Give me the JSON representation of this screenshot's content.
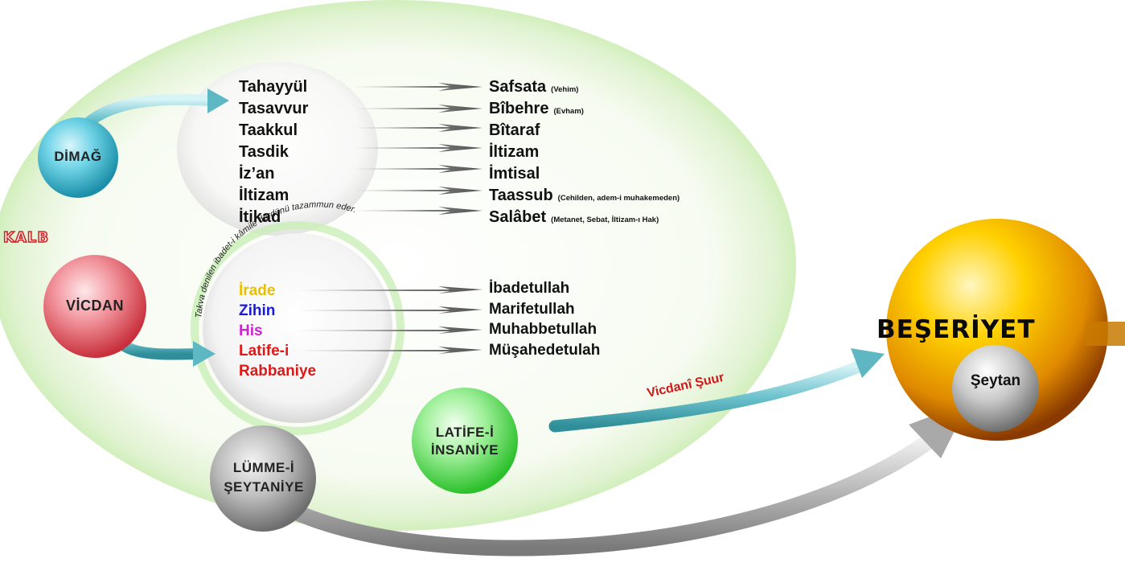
{
  "kalb": "KALB",
  "dimag": "DİMAĞ",
  "vicdan": "VİCDAN",
  "mind_faculties": [
    "Tahayyül",
    "Tasavvur",
    "Taakkul",
    "Tasdik",
    "İz’an",
    "İltizam",
    "İtikad"
  ],
  "mind_results": [
    {
      "label": "Safsata",
      "note": "(Vehim)"
    },
    {
      "label": "Bîbehre",
      "note": "(Evham)"
    },
    {
      "label": "Bîtaraf",
      "note": ""
    },
    {
      "label": "İltizam",
      "note": ""
    },
    {
      "label": "İmtisal",
      "note": ""
    },
    {
      "label": "Taassub",
      "note": "(Cehilden, adem-i muhakemeden)"
    },
    {
      "label": "Salâbet",
      "note": "(Metanet, Sebat, İltizam-ı Hak)"
    }
  ],
  "curved_text": "Takva denilen ibadet-i kâmile dördünü tazammun eder.",
  "heart_faculties": [
    {
      "label": "İrade",
      "color": "#e8c000"
    },
    {
      "label": "Zihin",
      "color": "#1a1ad8"
    },
    {
      "label": "His",
      "color": "#d024d0"
    },
    {
      "label": "Latife-i",
      "color": "#e01818"
    },
    {
      "label": "Rabbaniye",
      "color": "#e01818"
    }
  ],
  "heart_results": [
    "İbadetullah",
    "Marifetullah",
    "Muhabbetullah",
    "Müşahedetulah"
  ],
  "latife_insaniye": [
    "LATİFE-İ",
    "İNSANİYE"
  ],
  "lumme_seytaniye": [
    "LÜMME-İ",
    "ŞEYTANİYE"
  ],
  "beseriyet": "BEŞERİYET",
  "seytan": "Şeytan",
  "vicdani_suur": "Vicdanî Şuur",
  "colors": {
    "dimag": "#2fb5cf",
    "vicdan": "#e04a55",
    "latife": "#3cd23c",
    "lumme": "#888888",
    "beseriyet": "#f0a800",
    "kalb": "#d02020"
  }
}
